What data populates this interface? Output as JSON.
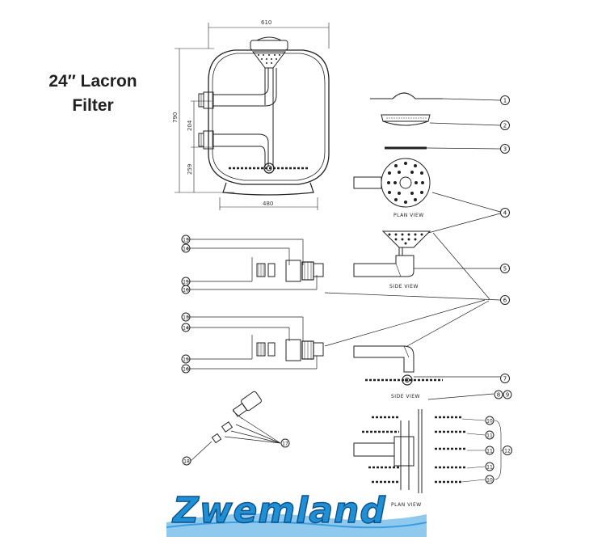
{
  "title": {
    "line1": "24″ Lacron",
    "line2": "Filter"
  },
  "dimensions": {
    "width_top": "610",
    "width_base": "480",
    "height_total": "790",
    "height_upper": "204",
    "height_lower": "259"
  },
  "view_labels": {
    "plan_view_1": "PLAN VIEW",
    "side_view_1": "SIDE VIEW",
    "side_view_2": "SIDE VIEW",
    "plan_view_2": "PLAN VIEW"
  },
  "callouts": [
    "1",
    "2",
    "3",
    "4",
    "5",
    "6",
    "7",
    "8",
    "9",
    "10",
    "11",
    "12",
    "13",
    "14",
    "15",
    "16",
    "17",
    "18"
  ],
  "logo": {
    "text": "Zwemland",
    "color": "#1f8fd6",
    "outline": "#0d4f86"
  }
}
